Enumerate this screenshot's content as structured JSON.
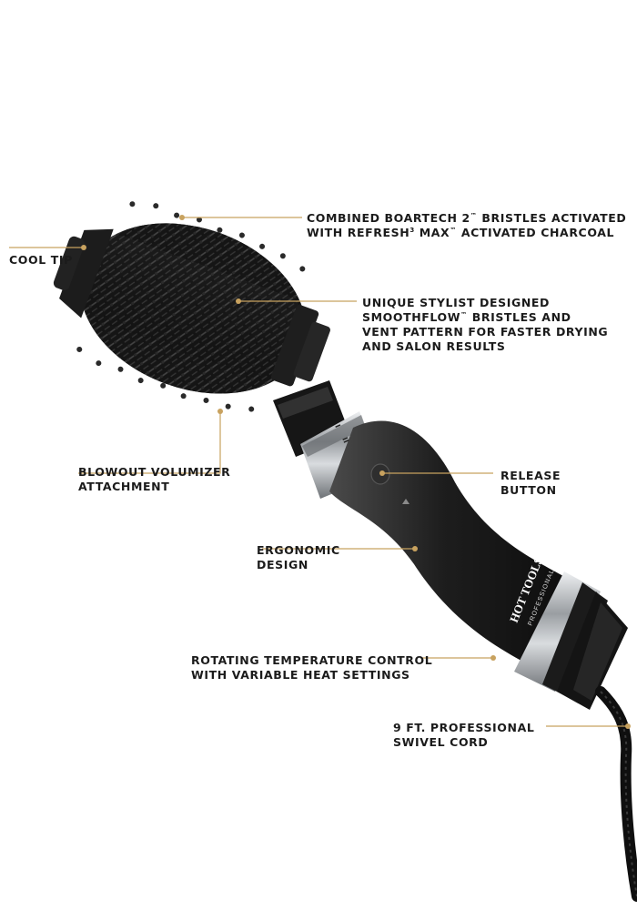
{
  "colors": {
    "leader_line": "#c8a25f",
    "product_body": "#1a1a1a",
    "chrome": "#b9bcbf",
    "text": "#1b1b1b"
  },
  "product": {
    "brand_lines": [
      "HOT TOOLS",
      "PROFESSIONAL"
    ],
    "ring_marks": [
      "I",
      "II"
    ]
  },
  "callouts": {
    "bristles": {
      "lines": [
        {
          "text_a": "COMBINED BOARTECH 2",
          "sup": "™",
          "text_b": " BRISTLES ACTIVATED"
        },
        {
          "text_a": "WITH REFRESH",
          "sup": "3",
          "text_b": " MAX",
          "sup2": "™",
          "text_c": " ACTIVATED CHARCOAL"
        }
      ]
    },
    "cool_tip": {
      "lines": [
        "COOL TIP"
      ]
    },
    "smoothflow": {
      "line1": "UNIQUE STYLIST DESIGNED",
      "line2_a": "SMOOTHFLOW",
      "line2_sup": "™",
      "line2_b": " BRISTLES AND",
      "line3": "VENT PATTERN FOR FASTER DRYING",
      "line4": "AND SALON RESULTS"
    },
    "volumizer": {
      "lines": [
        "BLOWOUT VOLUMIZER",
        "ATTACHMENT"
      ]
    },
    "release": {
      "lines": [
        "RELEASE",
        "BUTTON"
      ]
    },
    "ergonomic": {
      "lines": [
        "ERGONOMIC",
        "DESIGN"
      ]
    },
    "temperature": {
      "lines": [
        "ROTATING TEMPERATURE CONTROL",
        "WITH VARIABLE HEAT SETTINGS"
      ]
    },
    "cord": {
      "lines": [
        "9 FT. PROFESSIONAL",
        "SWIVEL CORD"
      ]
    }
  }
}
